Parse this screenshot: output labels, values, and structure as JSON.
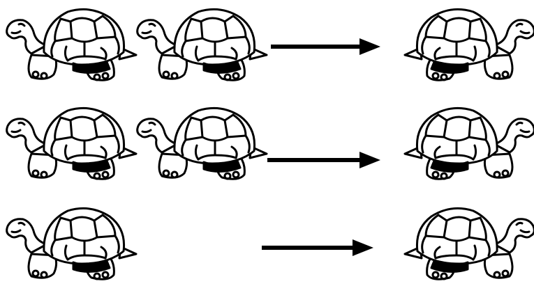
{
  "diagram": {
    "rows": [
      {
        "left_turtles": 2,
        "right_turtles": 1
      },
      {
        "left_turtles": 2,
        "right_turtles": 1
      },
      {
        "left_turtles": 1,
        "right_turtles": 1
      }
    ],
    "turtle_icon": "turtle-icon",
    "arrow_icon": "right-arrow-icon",
    "colors": {
      "stroke": "#000000",
      "fill": "#ffffff"
    }
  }
}
